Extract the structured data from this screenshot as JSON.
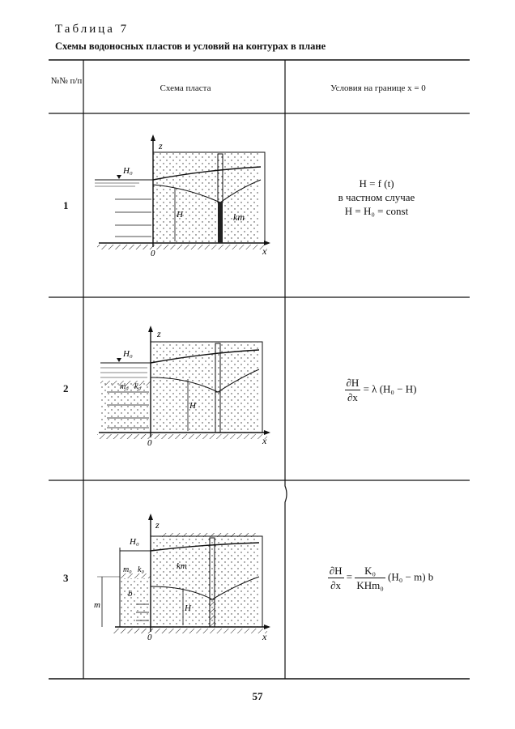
{
  "table": {
    "label": "Таблица 7",
    "title": "Схемы водоносных пластов и условий на контурах в плане"
  },
  "header": {
    "col_num": "№№ п/п",
    "col_scheme": "Схема пласта",
    "col_condition": "Условия на границе x = 0"
  },
  "rows": [
    {
      "num": "1",
      "labels": {
        "z": "z",
        "x": "x",
        "o": "0",
        "h0": "H₀",
        "h": "H",
        "km": "km"
      },
      "cond": {
        "line1": "H = f (t)",
        "line2": "в частном случае",
        "line3": "H = H₀ = const"
      }
    },
    {
      "num": "2",
      "labels": {
        "z": "z",
        "x": "x",
        "o": "0",
        "h0": "H₀",
        "h": "H",
        "m0": "m₀",
        "k0": "k₀"
      },
      "cond": {
        "num": "∂H",
        "den": "∂x",
        "rhs": "= λ (H₀ − H)"
      }
    },
    {
      "num": "3",
      "labels": {
        "z": "z",
        "x": "x",
        "o": "0",
        "h0": "H₀",
        "h": "H",
        "m0": "m₀",
        "k0": "k₀",
        "km": "km",
        "b": "b",
        "m": "m"
      },
      "cond": {
        "num1": "∂H",
        "den1": "∂x",
        "eq": "=",
        "num2": "K₀",
        "den2": "KHm₀",
        "rhs": "(H₀ − m) b"
      }
    }
  ],
  "page_number": "57"
}
